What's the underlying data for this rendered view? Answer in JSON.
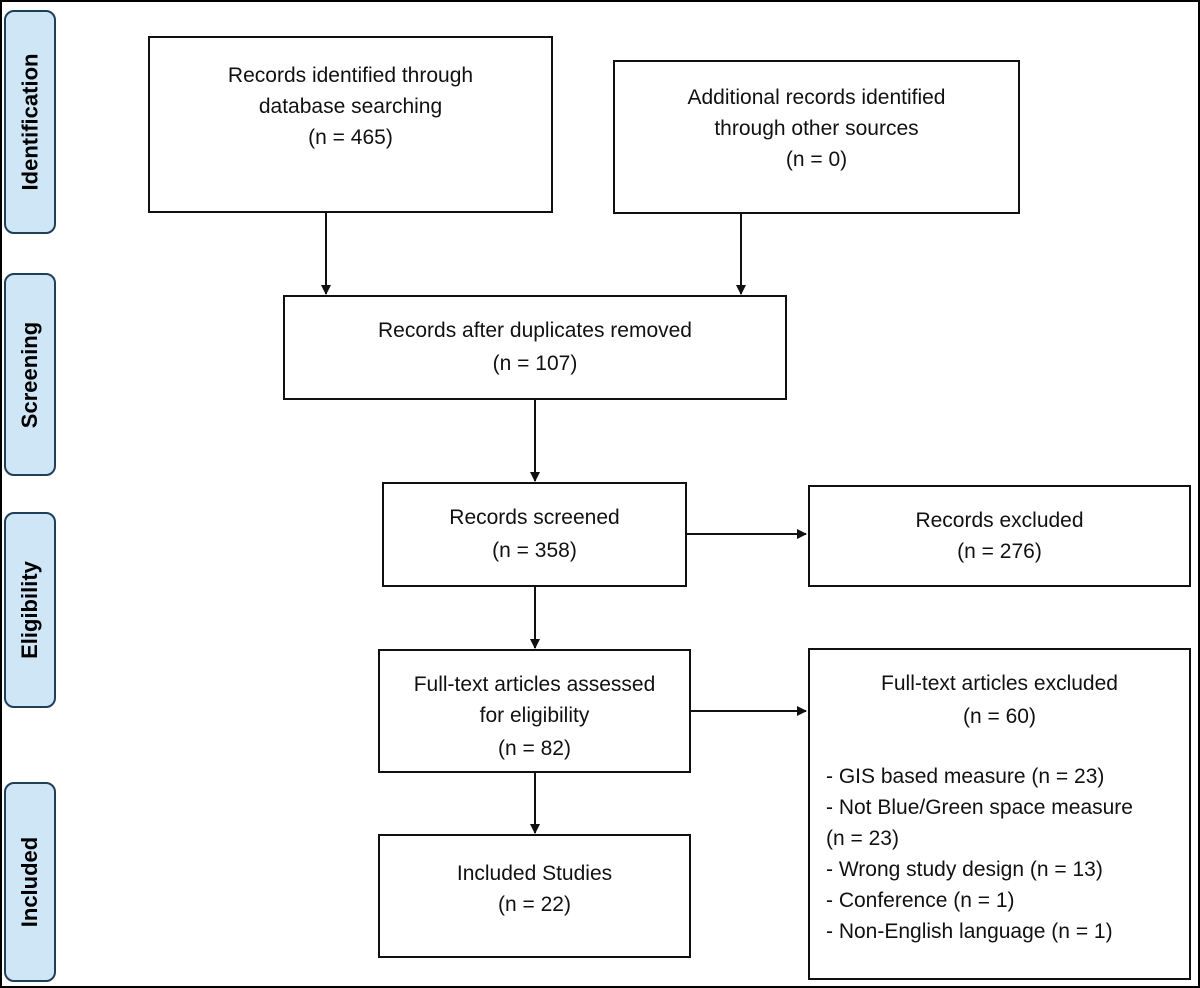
{
  "stages": {
    "identification": "Identification",
    "screening": "Screening",
    "eligibility": "Eligibility",
    "included": "Included"
  },
  "boxes": {
    "database_search": {
      "line1": "Records identified through",
      "line2": "database searching",
      "count": "(n = 465)"
    },
    "other_sources": {
      "line1": "Additional records identified",
      "line2": "through other sources",
      "count": "(n = 0)"
    },
    "duplicates_removed": {
      "line1": "Records after duplicates removed",
      "count": "(n = 107)"
    },
    "screened": {
      "line1": "Records screened",
      "count": "(n = 358)"
    },
    "excluded": {
      "line1": "Records excluded",
      "count": "(n = 276)"
    },
    "fulltext_assessed": {
      "line1": "Full-text articles assessed",
      "line2": "for eligibility",
      "count": "(n = 82)"
    },
    "fulltext_excluded": {
      "line1": "Full-text articles excluded",
      "count": "(n = 60)",
      "reasons": [
        "- GIS based measure (n = 23)",
        "- Not Blue/Green space measure",
        "(n = 23)",
        "- Wrong study design (n = 13)",
        "- Conference (n = 1)",
        "- Non-English language (n = 1)"
      ]
    },
    "included_studies": {
      "line1": "Included Studies",
      "count": "(n = 22)"
    }
  }
}
